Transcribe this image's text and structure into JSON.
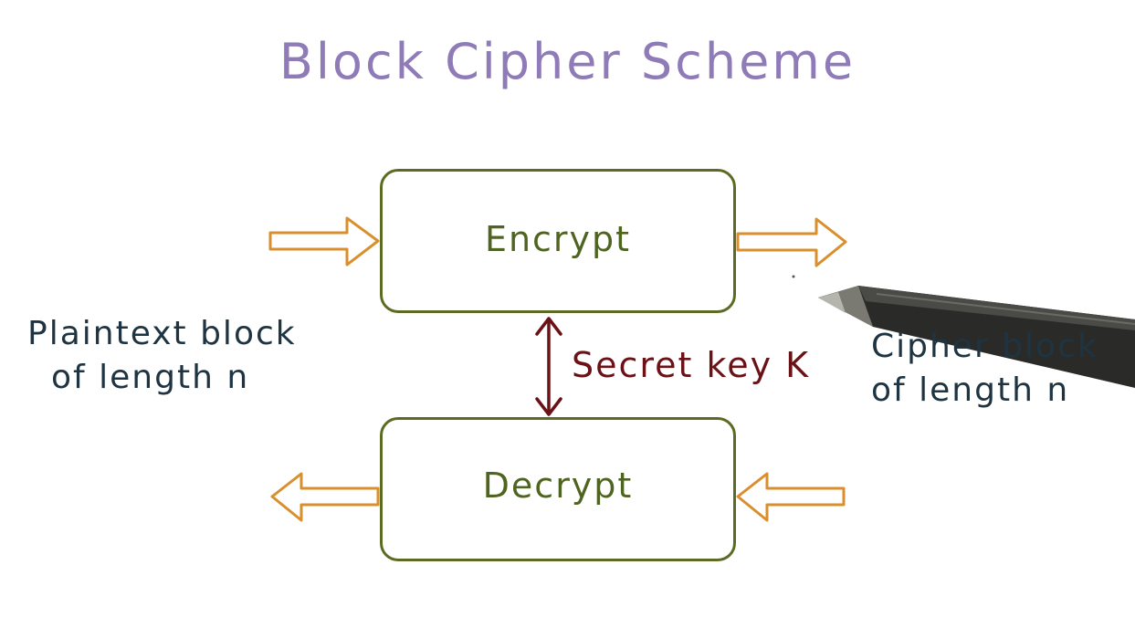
{
  "title": "Block Cipher Scheme",
  "encrypt_box": {
    "label": "Encrypt"
  },
  "decrypt_box": {
    "label": "Decrypt"
  },
  "key": {
    "label": "Secret key K"
  },
  "plaintext": {
    "line1": "Plaintext block",
    "line2": "of length n"
  },
  "ciphertext": {
    "line1": "Cipher block",
    "line2": "of length n"
  },
  "colors": {
    "title": "#8e7bb8",
    "box_border": "#5b6b23",
    "box_text": "#4f6420",
    "arrow_outline": "#d98f2e",
    "key_arrow": "#6b1216",
    "side_text": "#1f3442"
  },
  "icons": {
    "pen": "stylus-pen-icon"
  }
}
